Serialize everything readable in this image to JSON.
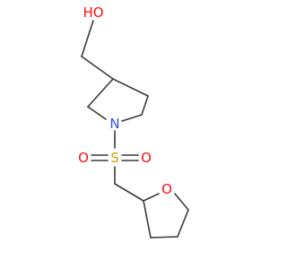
{
  "molecule": {
    "colors": {
      "bond": "#3a3a3a",
      "oxygen": "#ff0d0d",
      "nitrogen": "#3050f8",
      "sulfur": "#c9a400"
    },
    "atoms": {
      "hydroxyl_label": "HO",
      "nitrogen_label": "N",
      "sulfur_label": "S",
      "sulfonyl_oxygen_left_label": "O",
      "sulfonyl_oxygen_right_label": "O",
      "ring_oxygen_label": "O"
    }
  }
}
